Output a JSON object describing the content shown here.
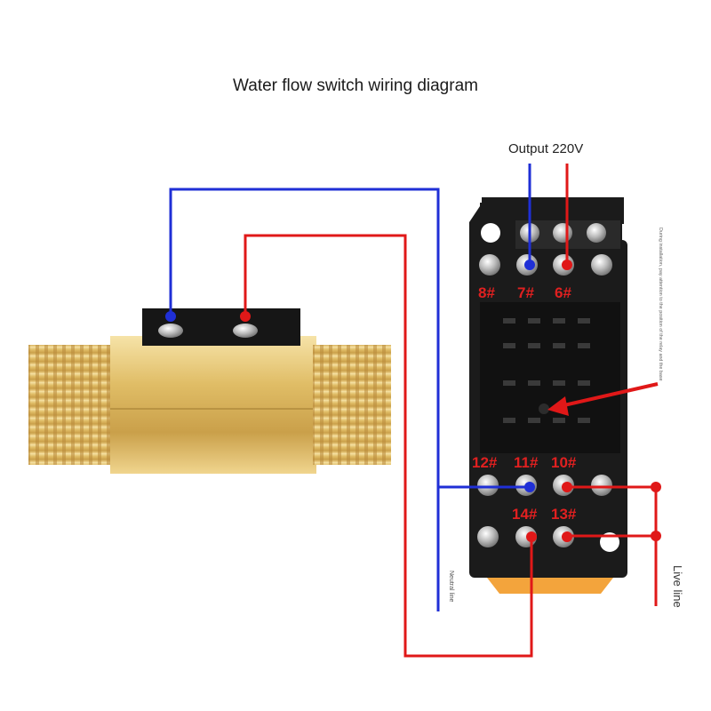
{
  "title": "Water flow switch wiring diagram",
  "output_label": "Output 220V",
  "live_label": "Live line",
  "neutral_label": "Neutral line",
  "side_note": "During installation, pay attention to the position of the relay and the base",
  "terminals": {
    "t8": "8#",
    "t7": "7#",
    "t6": "6#",
    "t12": "12#",
    "t11": "11#",
    "t10": "10#",
    "t14": "14#",
    "t13": "13#"
  },
  "colors": {
    "blue_wire": "#1f2fd6",
    "red_wire": "#e01818",
    "label_red": "#e02020",
    "brass": "#d8b25a",
    "relay_base": "#1b1b1b"
  }
}
